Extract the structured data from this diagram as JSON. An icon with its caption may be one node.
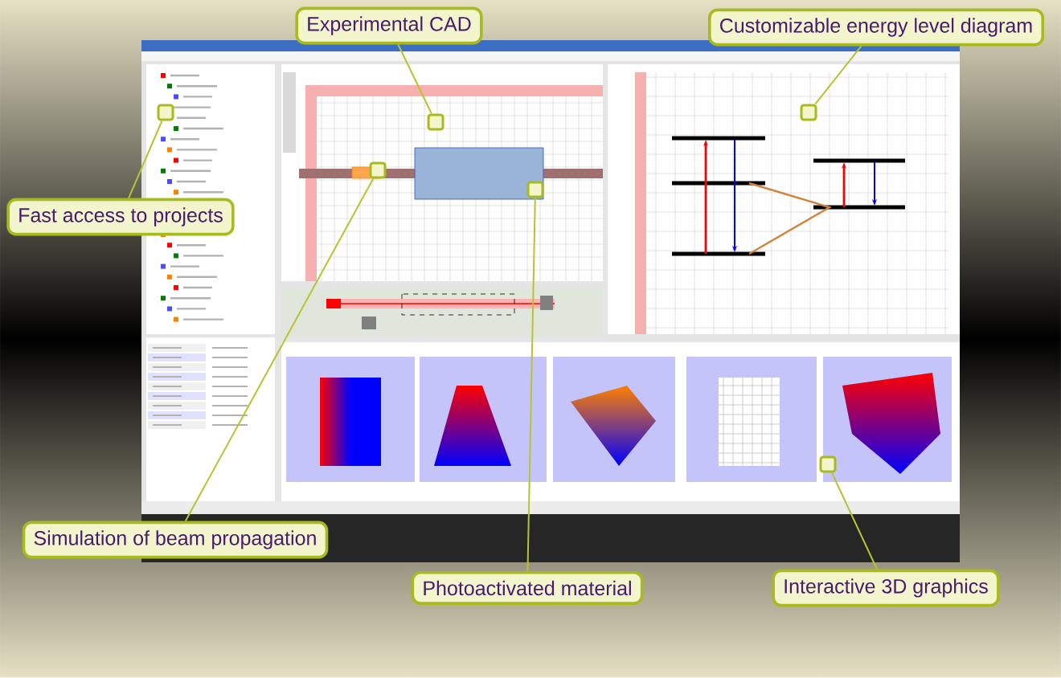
{
  "diagram": {
    "nodes": [
      {
        "text": [
          "Experimental CAD"
        ]
      },
      {
        "text": [
          "Customizable energy level diagram"
        ]
      },
      {
        "text": [
          "Fast access to projects"
        ]
      },
      {
        "text": [
          "Simulation of beam propagation"
        ]
      },
      {
        "text": [
          "Photoactivated material"
        ]
      },
      {
        "text": [
          "Interactive 3D graphics"
        ]
      },
      {
        "text": [],
        "shape": "box"
      },
      {
        "text": [],
        "shape": "box"
      },
      {
        "text": [],
        "shape": "box"
      },
      {
        "text": [],
        "shape": "box"
      },
      {
        "text": [],
        "shape": "box"
      },
      {
        "text": [],
        "shape": "box"
      }
    ],
    "edges": [
      {
        "from": 0,
        "to": 6,
        "arrow": "none"
      },
      {
        "from": 1,
        "to": 7,
        "arrow": "none"
      },
      {
        "from": 2,
        "to": 8,
        "arrow": "none"
      },
      {
        "from": 3,
        "to": 9,
        "arrow": "none"
      },
      {
        "from": 4,
        "to": 10,
        "arrow": "none"
      },
      {
        "from": 5,
        "to": 11,
        "arrow": "none"
      }
    ]
  }
}
